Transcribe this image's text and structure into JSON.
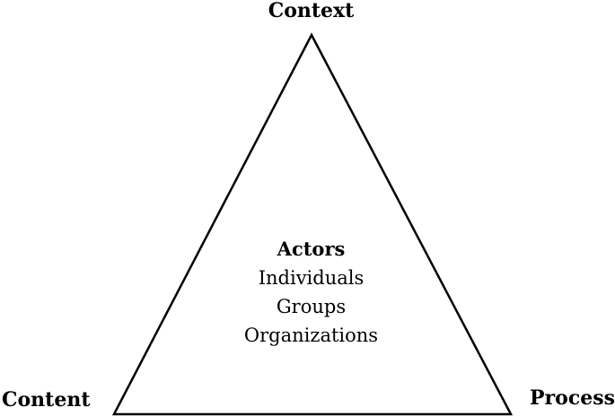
{
  "diagram": {
    "vertices": {
      "top": "Context",
      "left": "Content",
      "right": "Process"
    },
    "center": {
      "title": "Actors",
      "items": [
        "Individuals",
        "Groups",
        "Organizations"
      ]
    },
    "colors": {
      "stroke": "#000000",
      "text": "#000000",
      "background": "#ffffff"
    }
  }
}
